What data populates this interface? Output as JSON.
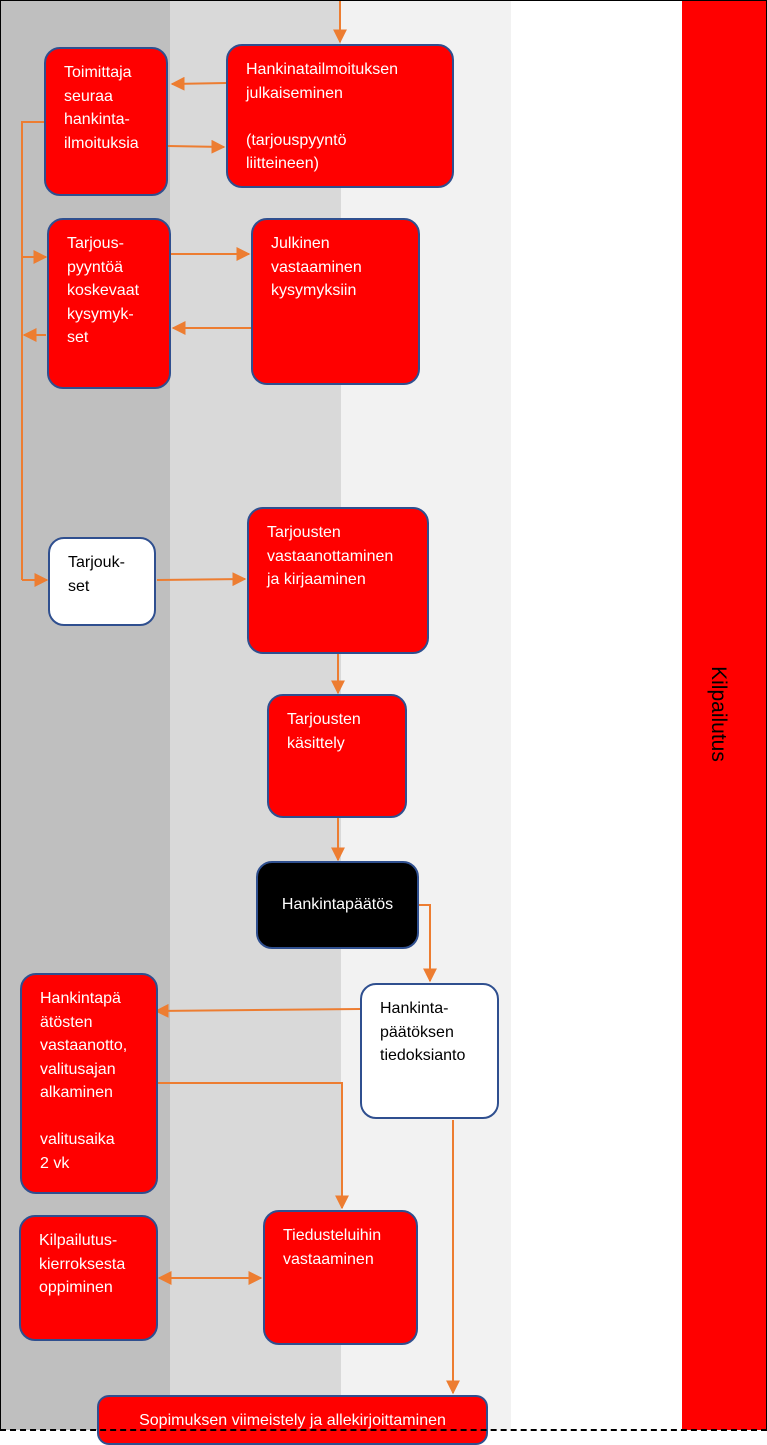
{
  "lane_label": "Kilpailutus",
  "colors": {
    "red": "#ff0000",
    "arrow": "#ed7d31",
    "box_border": "#2f4f8f",
    "lane_dark": "#bfbfbf",
    "lane_mid": "#d9d9d9",
    "lane_light": "#f2f2f2"
  },
  "nodes": {
    "toimittaja": "Toimittaja\nseuraa\nhankinta-\nilmoituksia",
    "julkaiseminen": "Hankinatailmoituksen\njulkaiseminen\n\n(tarjouspyyntö\nliitteineen)",
    "kysymykset": "Tarjous-\npyyntöä\nkoskevaat\nkysymyk-\nset",
    "vastaaminen": "Julkinen\nvastaaminen\nkysymyksiin",
    "tarjoukset": "Tarjouk-\nset",
    "vastaanottaminen": "Tarjousten\nvastaanottaminen\nja kirjaaminen",
    "kasittely": "Tarjousten\nkäsittely",
    "paatos": "Hankintapäätös",
    "tiedoksianto": "Hankinta-\npäätöksen\ntiedoksianto",
    "vastaanotto": "Hankintapä\nätösten\nvastaanotto,\nvalitusajan\nalkaminen\n\nvalitusaika\n2 vk",
    "oppiminen": "Kilpailutus-\nkierroksesta\noppiminen",
    "tiedusteluihin": "Tiedusteluihin\nvastaaminen",
    "sopimus": "Sopimuksen viimeistely ja allekirjoittaminen"
  }
}
